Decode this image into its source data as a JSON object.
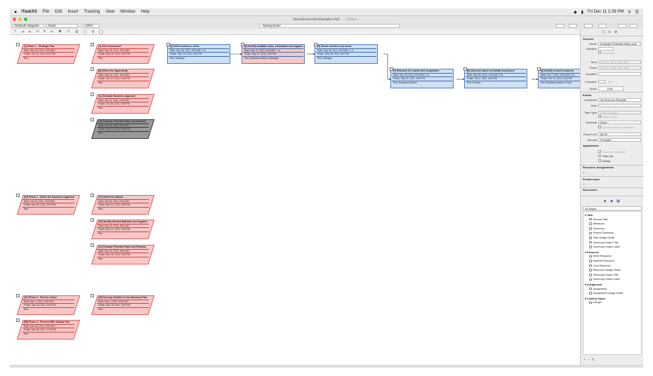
{
  "menubar": {
    "apple": "",
    "app_name": "iTaskX3",
    "items": [
      "File",
      "Edit",
      "Insert",
      "Tracking",
      "View",
      "Window",
      "Help"
    ],
    "clock": "Fri Dec 11  1:26 PM"
  },
  "window": {
    "title": "ViewsScreenshotSamples.itp3",
    "edited": "— Edited ⌄"
  },
  "toolbar": {
    "view_select": "Network Diagram",
    "filter_select": "None",
    "zoom_select": "125%",
    "status_text": "Saving Done"
  },
  "nodes": [
    {
      "title": "[1] Phase 1 - Strategic Plan",
      "start": "Start: Sep 26, 2011, 8:00 AM /",
      "finish": "Finish: Oct 24, 2011, 5:00 PM",
      "res": "Res:",
      "style": "red"
    },
    {
      "title": "[2] Self-Assessment",
      "start": "Start: Sep 26, 2011, 8:00 AM /",
      "finish": "Finish: Sep 28, 2011, 5:00 PM",
      "res": "Res:",
      "style": "red"
    },
    {
      "title": "[3] Define business vision",
      "start": "Start: Sep 26, 2011, 8:00 AM / 1 d",
      "finish": "Finish: Sep 26, 2011, 5:00 PM",
      "res": "Res: Manager",
      "style": "blue"
    },
    {
      "title": "[4] Identify available skills, information and support",
      "start": "Start: Sep 27, 2011, 8:00 AM / 1 d",
      "finish": "Finish: Sep 27, 2011, 5:00 PM",
      "res": "Res: Business Advisor, Manager",
      "style": "red-rect"
    },
    {
      "title": "[5] Decide whether to proceed",
      "start": "Start: Sep 28, 2011, 8:00 AM / 1 d",
      "finish": "Finish: Sep 28, 2011, 5:00 PM",
      "res": "Res: Manager",
      "style": "blue"
    },
    {
      "title": "[6] Define the Opportunity",
      "start": "Start: Sep 29, 2011, 8:00 AM /",
      "finish": "Finish: Oct 12, 2011, 5:00 PM",
      "res": "Res:",
      "style": "red"
    },
    {
      "title": "[7] Research the market and competition",
      "start": "Start: Sep 29, 2011, 8:00 AM / 1 d",
      "finish": "Finish: Sep 29, 2011, 5:00 PM",
      "res": "Res: Business Advisor",
      "style": "blue"
    },
    {
      "title": "[8] Interview owners of similar businesses",
      "start": "Start: Sep 30, 2011, 8:00 AM / 5 d",
      "finish": "Finish: Oct 6, 2011, 5:00 PM",
      "res": "Res: Owners",
      "style": "blue"
    },
    {
      "title": "[9] Identify needed resources",
      "start": "Start: Oct 7, 2011, 8:00 AM / 2 d",
      "finish": "Finish: Oct 10, 2011, 5:00 PM",
      "res": "Res: Business Advisor, Peers",
      "style": "blue"
    },
    {
      "title": "[11] Evaluate Business Approach",
      "start": "Start: Oct 13, 2011, 8:00 AM /",
      "finish": "Finish: Oct 18, 2011, 5:00 PM",
      "res": "Res:",
      "style": "red"
    },
    {
      "title": "[15] Evaluate Potential Risks and Rewards",
      "start": "Start: Oct 19, 2011, 8:00 AM /",
      "finish": "Finish: Oct 24, 2011, 5:00 PM",
      "res": "Res:",
      "style": "gray"
    },
    {
      "title": "[20] Phase 2 - Define the Business Opportunity",
      "start": "Start: Oct 25, 2011, 8:00 AM /",
      "finish": "Finish: Nov 30, 2011, 5:00 PM",
      "res": "Res:",
      "style": "red"
    },
    {
      "title": "[21] Define the Market",
      "start": "Start: Oct 25, 2011, 8:00 AM /",
      "finish": "Finish: Nov 10, 2011, 5:00 PM",
      "res": "Res:",
      "style": "red"
    },
    {
      "title": "[34] Identify Needed Materials and Supplies",
      "start": "Start: Nov 11, 2011, 8:00 AM /",
      "finish": "Finish: Nov 21, 2011, 5:00 PM",
      "res": "Res:",
      "style": "red"
    },
    {
      "title": "[41] Evaluate Potential Risks and Rewards",
      "start": "Start: Nov 22, 2011, 8:00 AM /",
      "finish": "Finish: Nov 29, 2011, 5:00 PM",
      "res": "Res:",
      "style": "red"
    },
    {
      "title": "[47] Phase 3 - Plan for Action",
      "start": "Start: Dec 1, 2011, 8:00 AM /",
      "finish": "Finish: Dec 28, 2011, 5:00 PM",
      "res": "Res:",
      "style": "red"
    },
    {
      "title": "[48] Develop Detailed 5-Year Business Plan",
      "start": "Start: Dec 1, 2011, 8:00 AM /",
      "finish": "Finish: Dec 28, 2011, 5:00 PM",
      "res": "Res:",
      "style": "red"
    },
    {
      "title": "[68] Phase 4 - Proceed With Startup Plan",
      "start": "Start: Dec 29, 2011, 8:00 AM /",
      "finish": "Finish: Mar 30, 2012, 5:00 PM",
      "res": "Res:",
      "style": "red"
    }
  ],
  "inspector": {
    "general": "General",
    "name_label": "Name",
    "name_value": "Evaluate Potential Risks and...",
    "duration_label": "Duration",
    "estimated": "Estimated",
    "start_label": "Start",
    "start_value": "Oct 19, 2011, 8:00 AM",
    "finish_label": "Finish",
    "finish_value": "Oct 24, 2011, 5:00 PM",
    "deadline_label": "Deadline",
    "complete_label": "Complete",
    "complete_value": "0%",
    "notes_label": "Notes",
    "notes_button": "Edit...",
    "extras": "Extras",
    "constraint_label": "Constraint",
    "constraint_value": "As Soon As Possible",
    "date_label": "Date",
    "task_type_label": "Task Type",
    "task_type_value": "Fixed Duration",
    "effort_driven": "Effort Driven",
    "calendar_label": "Calendar",
    "calendar_value": "None",
    "ignore_calendar": "Ignore resource calendar",
    "fixed_cost_label": "Fixed Cost",
    "fixed_cost_value": "$0.00",
    "accrual_label": "Accrual",
    "accrual_value": "Prorated",
    "appearance": "Appearance",
    "show_milestone": "Show as milestone",
    "hide_bar": "Hide bar",
    "rollup": "Rollup",
    "resource_assignments": "Resource Assignments",
    "predecessor": "Predecessor",
    "successor": "Successor",
    "styles_filter": "All Styles",
    "style_groups": [
      {
        "group": "Task",
        "items": [
          "Normal Task",
          "Milestone",
          "Summary",
          "Project Summary",
          "Task Usage Detail",
          "Summary-Graph Title",
          "Summary-Graph Label"
        ]
      },
      {
        "group": "Resource",
        "items": [
          "Work Resource",
          "Material Resource",
          "Cost Resource",
          "Resource Usage Detail",
          "Summary-Graph Title",
          "Summary-Graph Label"
        ]
      },
      {
        "group": "Assignment",
        "items": [
          "Assignment",
          "Assignment Usage Detail"
        ]
      },
      {
        "group": "Custom Styles",
        "items": [
          "Danger"
        ]
      }
    ]
  },
  "colors": {
    "red_fill": "#f8c7c7",
    "red_stroke": "#d23a3a",
    "blue_fill": "#cfe0f5",
    "blue_stroke": "#2b62b0",
    "gray_fill": "#999999"
  }
}
